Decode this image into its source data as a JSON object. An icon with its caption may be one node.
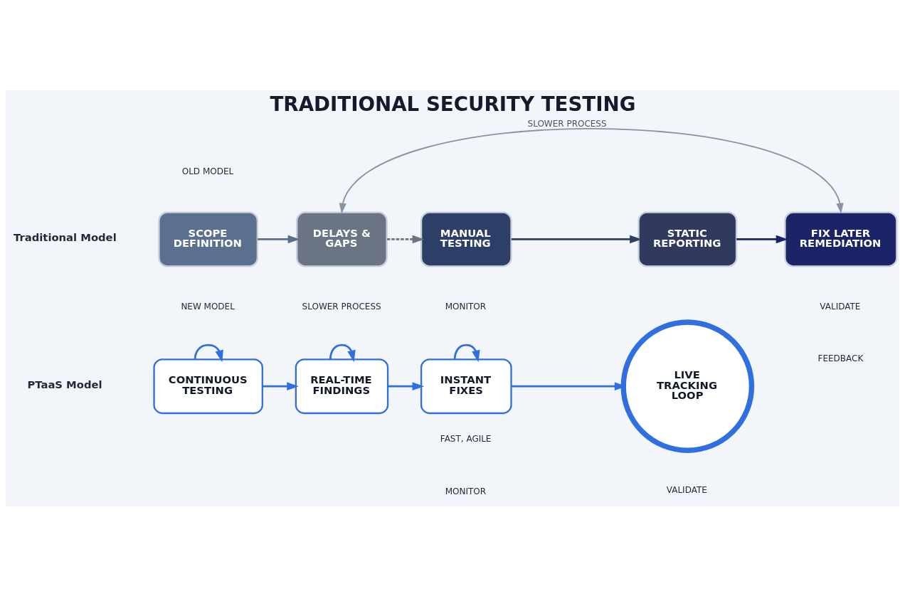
{
  "diagram": {
    "title": "TRADITIONAL SECURITY TESTING",
    "nodes": [
      {
        "text": [
          "SCOPE DEFINITION"
        ]
      },
      {
        "text": [
          "DELAYS & GAPS"
        ]
      },
      {
        "text": [
          "MANUAL TESTING"
        ]
      },
      {
        "text": [
          "STATIC REPORTING"
        ]
      },
      {
        "text": [
          "FIX LATER REMEDIATION"
        ]
      },
      {
        "text": [
          "CONTINUOUS TESTING"
        ]
      },
      {
        "text": [
          "REAL-TIME FINDINGS"
        ]
      },
      {
        "text": [
          "INSTANT FIXES"
        ]
      },
      {
        "text": [
          "LIVE TRACKING LOOP"
        ]
      }
    ],
    "edges": [
      {
        "from": 0,
        "to": 1,
        "arrow": "to",
        "color": "#5b6f8f"
      },
      {
        "from": 1,
        "to": 2,
        "arrow": "to",
        "style": "dashed",
        "color": "#6b7482"
      },
      {
        "from": 2,
        "to": 3,
        "arrow": "to",
        "color": "#2d3f66"
      },
      {
        "from": 3,
        "to": 4,
        "arrow": "to",
        "color": "#1a2466"
      },
      {
        "from": 1,
        "to": 4,
        "arrow": "both",
        "label": "SLOWER PROCESS",
        "color": "#8a93a3"
      },
      {
        "from": 5,
        "to": 5,
        "arrow": "to"
      },
      {
        "from": 5,
        "to": 6,
        "arrow": "to"
      },
      {
        "from": 6,
        "to": 6,
        "arrow": "to"
      },
      {
        "from": 6,
        "to": 7,
        "arrow": "to"
      },
      {
        "from": 7,
        "to": 7,
        "arrow": "to"
      },
      {
        "from": 7,
        "to": 8,
        "arrow": "to"
      }
    ],
    "labels": [
      "OLD MODEL",
      "Traditional Model",
      "SLOWER PROCESS",
      "NEW MODEL",
      "MONITOR",
      "VALIDATE",
      "PTaaS Model",
      "MONITOR",
      "FEEDBACK",
      "VALIDATE",
      "FAST, AGILE"
    ]
  }
}
